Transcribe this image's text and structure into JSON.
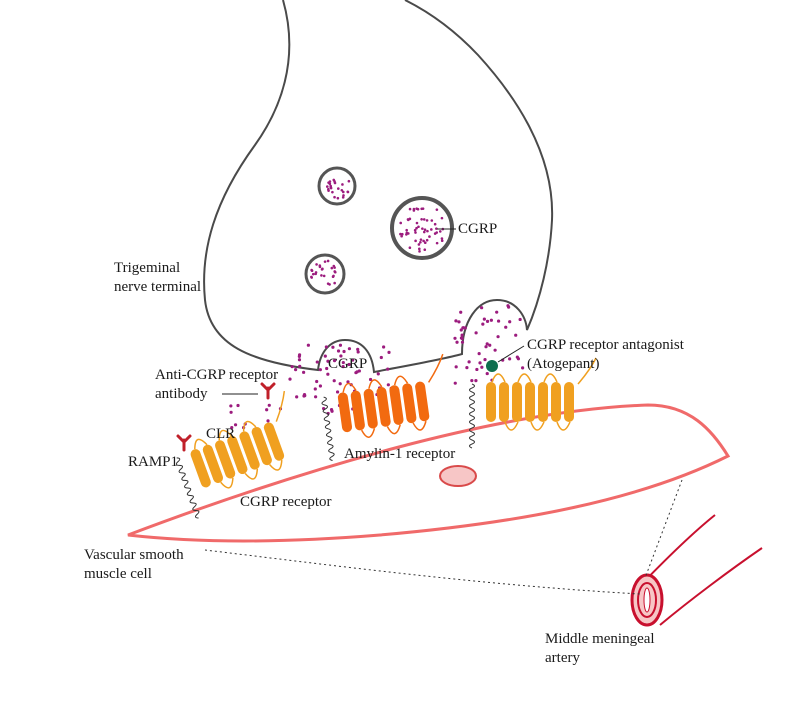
{
  "labels": {
    "cgrp_vesicle": "CGRP",
    "trigeminal_line1": "Trigeminal",
    "trigeminal_line2": "nerve terminal",
    "cgrp_cleft": "CGRP",
    "antagonist_line1": "CGRP receptor antagonist",
    "antagonist_line2": "(Atogepant)",
    "antibody_line1": "Anti-CGRP receptor",
    "antibody_line2": "antibody",
    "clr": "CLR",
    "ramp1": "RAMP1",
    "amylin_receptor": "Amylin-1 receptor",
    "cgrp_receptor": "CGRP receptor",
    "vsmc_line1": "Vascular smooth",
    "vsmc_line2": "muscle cell",
    "artery_line1": "Middle meningeal",
    "artery_line2": "artery"
  },
  "colors": {
    "neuron_outline": "#4a4a4a",
    "cgrp_dots": "#9c1c7e",
    "receptor_orange": "#f0a020",
    "amylin_orange": "#f26a10",
    "cell_membrane": "#f06a6a",
    "artery_red": "#c8102e",
    "antagonist_green": "#0f6e4e",
    "antibody_red": "#c0202a"
  }
}
